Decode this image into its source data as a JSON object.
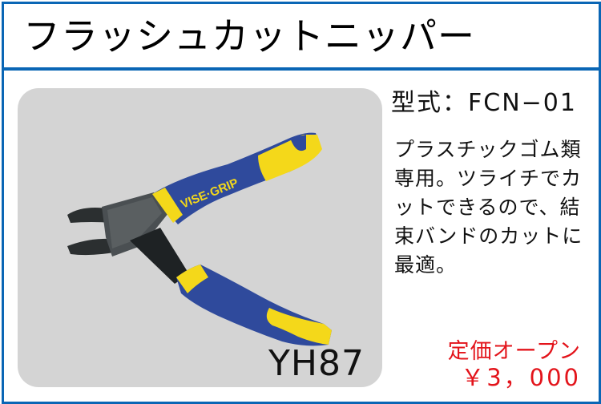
{
  "header": {
    "title": "フラッシュカットニッパー"
  },
  "product": {
    "photo_label": "YH87",
    "brand_on_handle": "VISE·GRIP",
    "model": "型式：FCN−01",
    "description_lines": [
      "プラスチックゴム類",
      "専用。ツライチでカ",
      "ットできるので、結",
      "束バンドのカットに",
      "最適。"
    ],
    "price_label": "定価オープン",
    "price_value": "￥3，000"
  },
  "colors": {
    "border": "#0a66b5",
    "price_text": "#e3141b",
    "photo_bg": "#d4d4d4",
    "handle_blue": "#2f4a9c",
    "handle_yellow": "#f4d81a"
  }
}
